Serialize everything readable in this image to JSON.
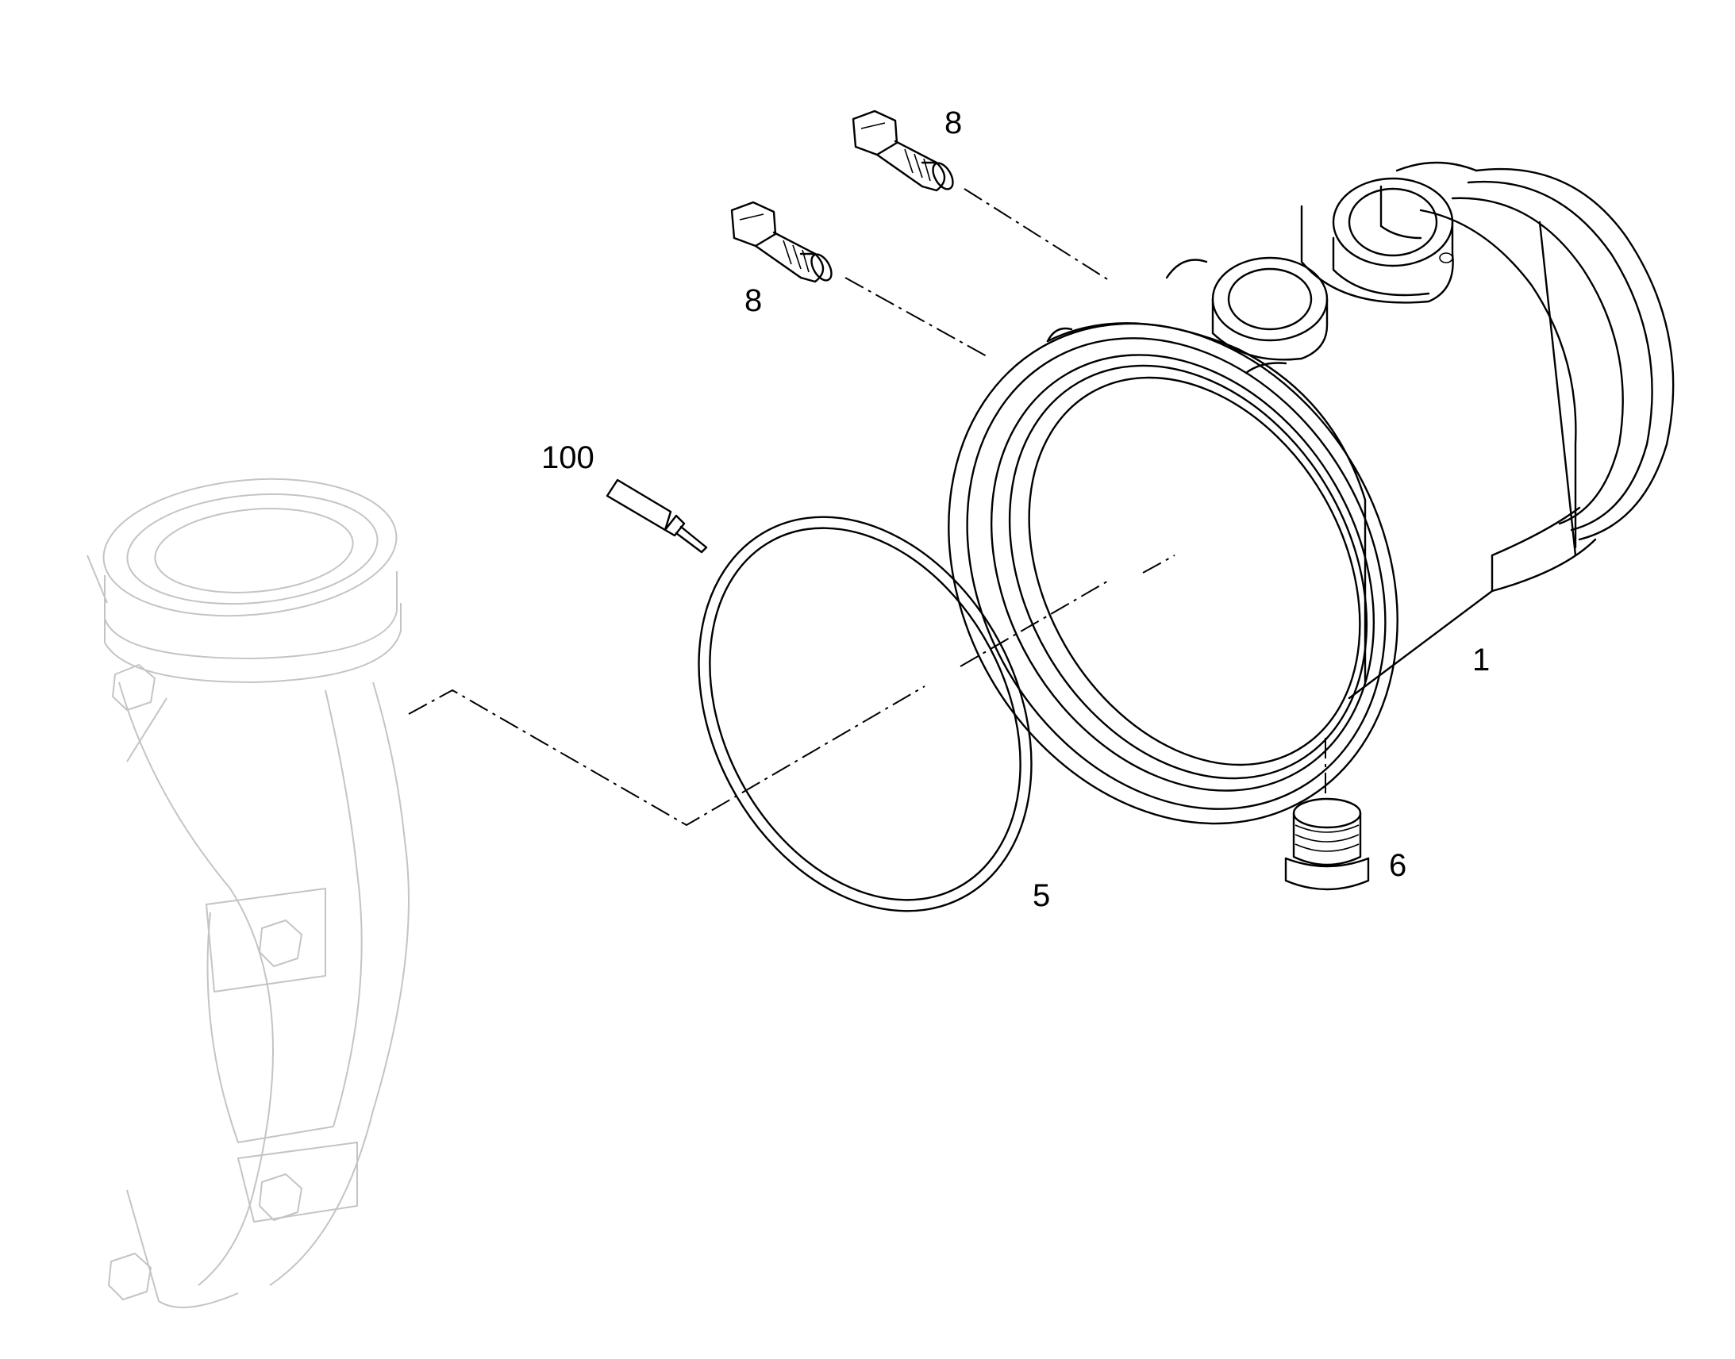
{
  "diagram": {
    "callouts": [
      {
        "id": "c1",
        "text": "1"
      },
      {
        "id": "c5",
        "text": "5"
      },
      {
        "id": "c6",
        "text": "6"
      },
      {
        "id": "c8a",
        "text": "8"
      },
      {
        "id": "c8b",
        "text": "8"
      },
      {
        "id": "c100",
        "text": "100"
      }
    ],
    "colors": {
      "line": "#000000",
      "ghost": "#c4c4c4",
      "background": "#ffffff"
    }
  }
}
